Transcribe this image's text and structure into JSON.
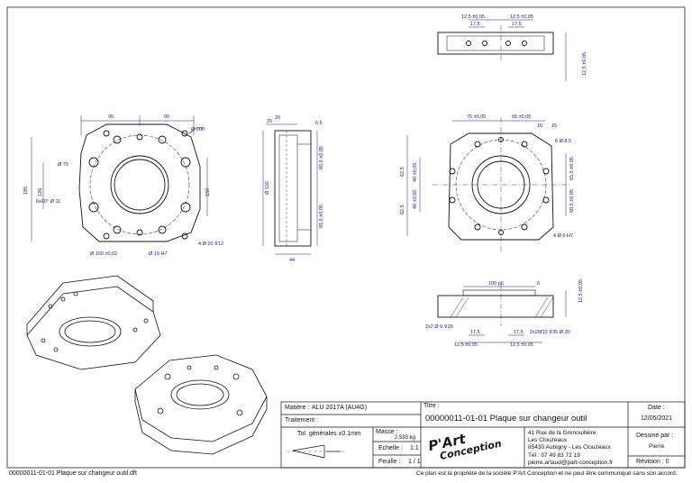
{
  "title_block": {
    "matiere_label": "Matière :",
    "matiere_value": "ALU 2017A (AU4G)",
    "traitement_label": "Traitement :",
    "tolerances": "Tol. générales ±0.1mm",
    "masse_label": "Masse :",
    "masse_value": "2,593 kg",
    "echelle_label": "Echelle :",
    "echelle_value": "1:1",
    "feuille_label": "Feuille :",
    "feuille_value": "1 / 1",
    "titre_label": "Titre :",
    "titre_value": "00000011-01-01 Plaque sur changeur outil",
    "logo_text_1": "P'Art",
    "logo_text_2": "Conception",
    "address": [
      "41 Rue de la Grenouillière",
      "Les Clouzeaux",
      "85430 Aubigny - Les Clouzeaux",
      "Tél : 07 49 83 72 19",
      "pierre.artaud@part-conception.fr"
    ],
    "date_label": "Date :",
    "date_value": "12/05/2021",
    "dessine_label": "Dessiné par :",
    "dessine_value": "Pierre",
    "revision_label": "Révision : 0"
  },
  "footer": {
    "filename": "00000011-01-01 Plaque sur changeur outil.dft",
    "notice": "Ce plan est la propriété de la société P'Art Conception et ne peut être communiqué sans son accord."
  },
  "dimensions": {
    "front": [
      "95",
      "90",
      "185",
      "150",
      "120",
      "Ø 200",
      "Ø 75",
      "6x60° Ø 11",
      "Ø 160 ±0,02",
      "Ø 10 H7",
      "4 Ø 20 ⊽12"
    ],
    "side": [
      "25",
      "20",
      "6.5",
      "Ø 110",
      "85.5 ±0,05",
      "85.5 ±0,05",
      "44"
    ],
    "right": [
      "75 ±0,05",
      "65 ±0,05",
      "15",
      "15",
      "6 Ø 8,5",
      "62.5",
      "62.5",
      "40 ±0,05",
      "40 ±0,05",
      "65.5 ±0,05",
      "60.5 ±0,05",
      "4 Ø 6 H7"
    ],
    "top": [
      "12,5 ±0,05",
      "12,5 ±0,05",
      "17,5",
      "17,5",
      "12,5 ±0,05"
    ],
    "bottom": [
      "100 p6",
      "6",
      "12,5 ±0,05",
      "2x2 Ø 6 ⊽20",
      "17,5",
      "17,5",
      "12,5 ±0,05",
      "12,5 ±0,05",
      "2x2M10 ⊽35 Ø 30"
    ]
  }
}
